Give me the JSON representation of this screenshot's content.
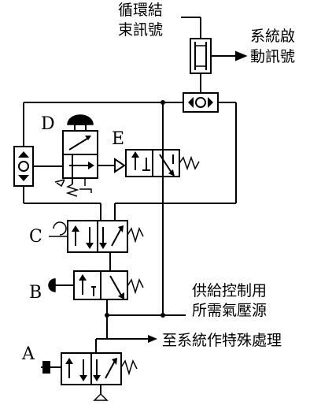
{
  "labels": {
    "end_signal_line1": "循環結",
    "end_signal_line2": "束訊號",
    "start_signal_line1": "系統啟",
    "start_signal_line2": "動訊號",
    "supply_line1": "供給控制用",
    "supply_line2": "所需氣壓源",
    "special_process": "至系統作特殊處理"
  },
  "valves": {
    "a": "A",
    "b": "B",
    "c": "C",
    "d": "D",
    "e": "E"
  }
}
